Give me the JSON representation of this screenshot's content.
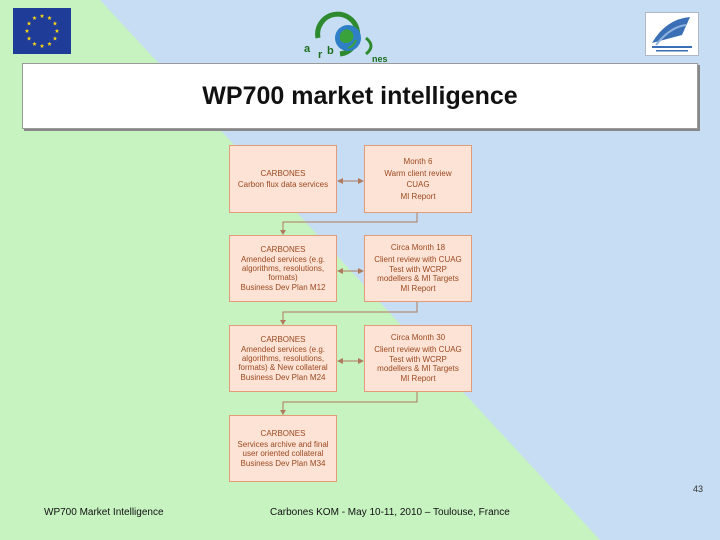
{
  "colors": {
    "background_blue": "#c6ddf3",
    "background_green": "#c6f3c0",
    "box_fill": "#fde3d5",
    "box_border": "#e29c7a",
    "box_text": "#9a4a22",
    "connector": "#b07a5e",
    "eu_blue": "#1f3c99",
    "eu_star": "#f7d417"
  },
  "logos": {
    "left": "eu-flag-icon",
    "center": "carbones-globe-logo",
    "right": "fp7-logo"
  },
  "title": "WP700 market intelligence",
  "diagram": {
    "left_boxes": [
      {
        "lines": [
          "CARBONES",
          "Carbon flux data services"
        ]
      },
      {
        "lines": [
          "CARBONES",
          "Amended services (e.g. algorithms, resolutions, formats)",
          "Business Dev Plan M12"
        ]
      },
      {
        "lines": [
          "CARBONES",
          "Amended services (e.g. algorithms, resolutions, formats) & New collateral",
          "Business Dev Plan M24"
        ]
      },
      {
        "lines": [
          "CARBONES",
          "Services archive and final user oriented collateral",
          "Business Dev Plan M34"
        ]
      }
    ],
    "right_boxes": [
      {
        "lines": [
          "Month 6",
          "Warm client review",
          "CUAG",
          "MI Report"
        ]
      },
      {
        "lines": [
          "Circa Month 18",
          "Client review with CUAG",
          "Test with WCRP modellers & MI Targets",
          "MI Report"
        ]
      },
      {
        "lines": [
          "Circa Month 30",
          "Client review with CUAG",
          "Test with WCRP modellers & MI Targets",
          "MI Report"
        ]
      }
    ]
  },
  "footer": {
    "left": "WP700 Market Intelligence",
    "center": "Carbones KOM - May 10-11, 2010 – Toulouse, France",
    "page_number": "43"
  }
}
